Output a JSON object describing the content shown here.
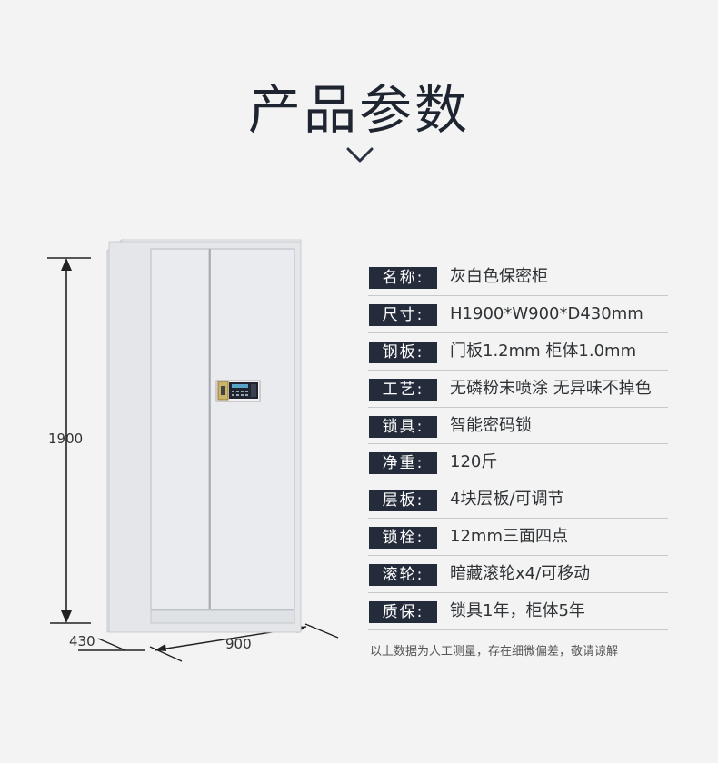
{
  "page": {
    "title": "产品参数",
    "title_arrow_icon": "chevron-down-icon"
  },
  "dimensions": {
    "height": "1900",
    "depth": "430",
    "width": "900"
  },
  "product": {
    "lock_icon": "electronic-lock-icon",
    "cabinet_color": "#e6e8ea",
    "frame_color": "#d7d9dc"
  },
  "specs": [
    {
      "label": "名称:",
      "value": "灰白色保密柜"
    },
    {
      "label": "尺寸:",
      "value": "H1900*W900*D430mm"
    },
    {
      "label": "钢板:",
      "value": "门板1.2mm 柜体1.0mm"
    },
    {
      "label": "工艺:",
      "value": "无磷粉末喷涂 无异味不掉色"
    },
    {
      "label": "锁具:",
      "value": "智能密码锁"
    },
    {
      "label": "净重:",
      "value": "120斤"
    },
    {
      "label": "层板:",
      "value": "4块层板/可调节"
    },
    {
      "label": "锁栓:",
      "value": "12mm三面四点"
    },
    {
      "label": "滚轮:",
      "value": "暗藏滚轮x4/可移动"
    },
    {
      "label": "质保:",
      "value": "锁具1年，柜体5年"
    }
  ],
  "note": "以上数据为人工测量，存在细微偏差，敬请谅解",
  "colors": {
    "background": "#f3f3f3",
    "tag_background": "#242c3b",
    "tag_text": "#ffffff",
    "title": "#1e2530"
  }
}
